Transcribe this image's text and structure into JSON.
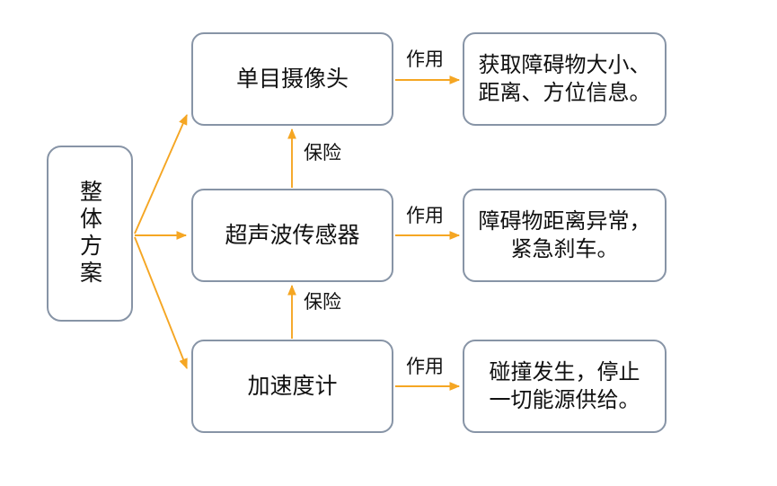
{
  "diagram": {
    "title": "整体方案",
    "accent_color": "#f5a623",
    "node_border_color": "#8794a6",
    "background_color": "#ffffff",
    "nodes": {
      "root": {
        "label": "整体方案",
        "orientation": "vertical"
      },
      "sensors": [
        {
          "id": "camera",
          "label": "单目摄像头"
        },
        {
          "id": "ultrasonic",
          "label": "超声波传感器"
        },
        {
          "id": "accelerometer",
          "label": "加速度计"
        }
      ],
      "results": [
        {
          "id": "result-camera",
          "label": "获取障碍物大小、\n距离、方位信息。"
        },
        {
          "id": "result-ultrasonic",
          "label": "障碍物距离异常，\n紧急刹车。"
        },
        {
          "id": "result-accelerometer",
          "label": "碰撞发生，停止\n一切能源供给。"
        }
      ]
    },
    "edge_labels": {
      "effect": "作用",
      "backup": "保险"
    },
    "edges": [
      {
        "from": "root",
        "to": "camera",
        "label": ""
      },
      {
        "from": "root",
        "to": "ultrasonic",
        "label": ""
      },
      {
        "from": "root",
        "to": "accelerometer",
        "label": ""
      },
      {
        "from": "camera",
        "to": "result-camera",
        "label": "作用"
      },
      {
        "from": "ultrasonic",
        "to": "result-ultrasonic",
        "label": "作用"
      },
      {
        "from": "accelerometer",
        "to": "result-accelerometer",
        "label": "作用"
      },
      {
        "from": "ultrasonic",
        "to": "camera",
        "label": "保险"
      },
      {
        "from": "accelerometer",
        "to": "ultrasonic",
        "label": "保险"
      }
    ]
  }
}
